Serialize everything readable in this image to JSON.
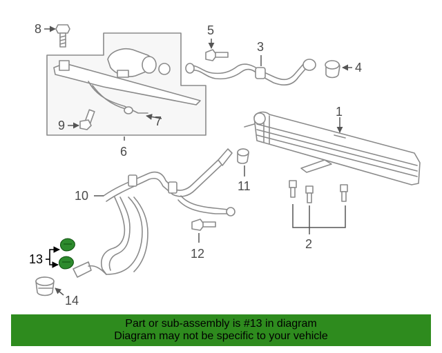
{
  "callouts": {
    "c1": "1",
    "c2": "2",
    "c3": "3",
    "c4": "4",
    "c5": "5",
    "c6": "6",
    "c7": "7",
    "c8": "8",
    "c9": "9",
    "c10": "10",
    "c11": "11",
    "c12": "12",
    "c13": "13",
    "c14": "14"
  },
  "highlighted_part": "13",
  "colors": {
    "banner": "#2e8b1e",
    "highlight": "#2d8a2d",
    "line_art": "#8a8a8a"
  },
  "footer": {
    "line1": "Part or sub-assembly is #13 in diagram",
    "line2": "Diagram may not be specific to your vehicle"
  }
}
